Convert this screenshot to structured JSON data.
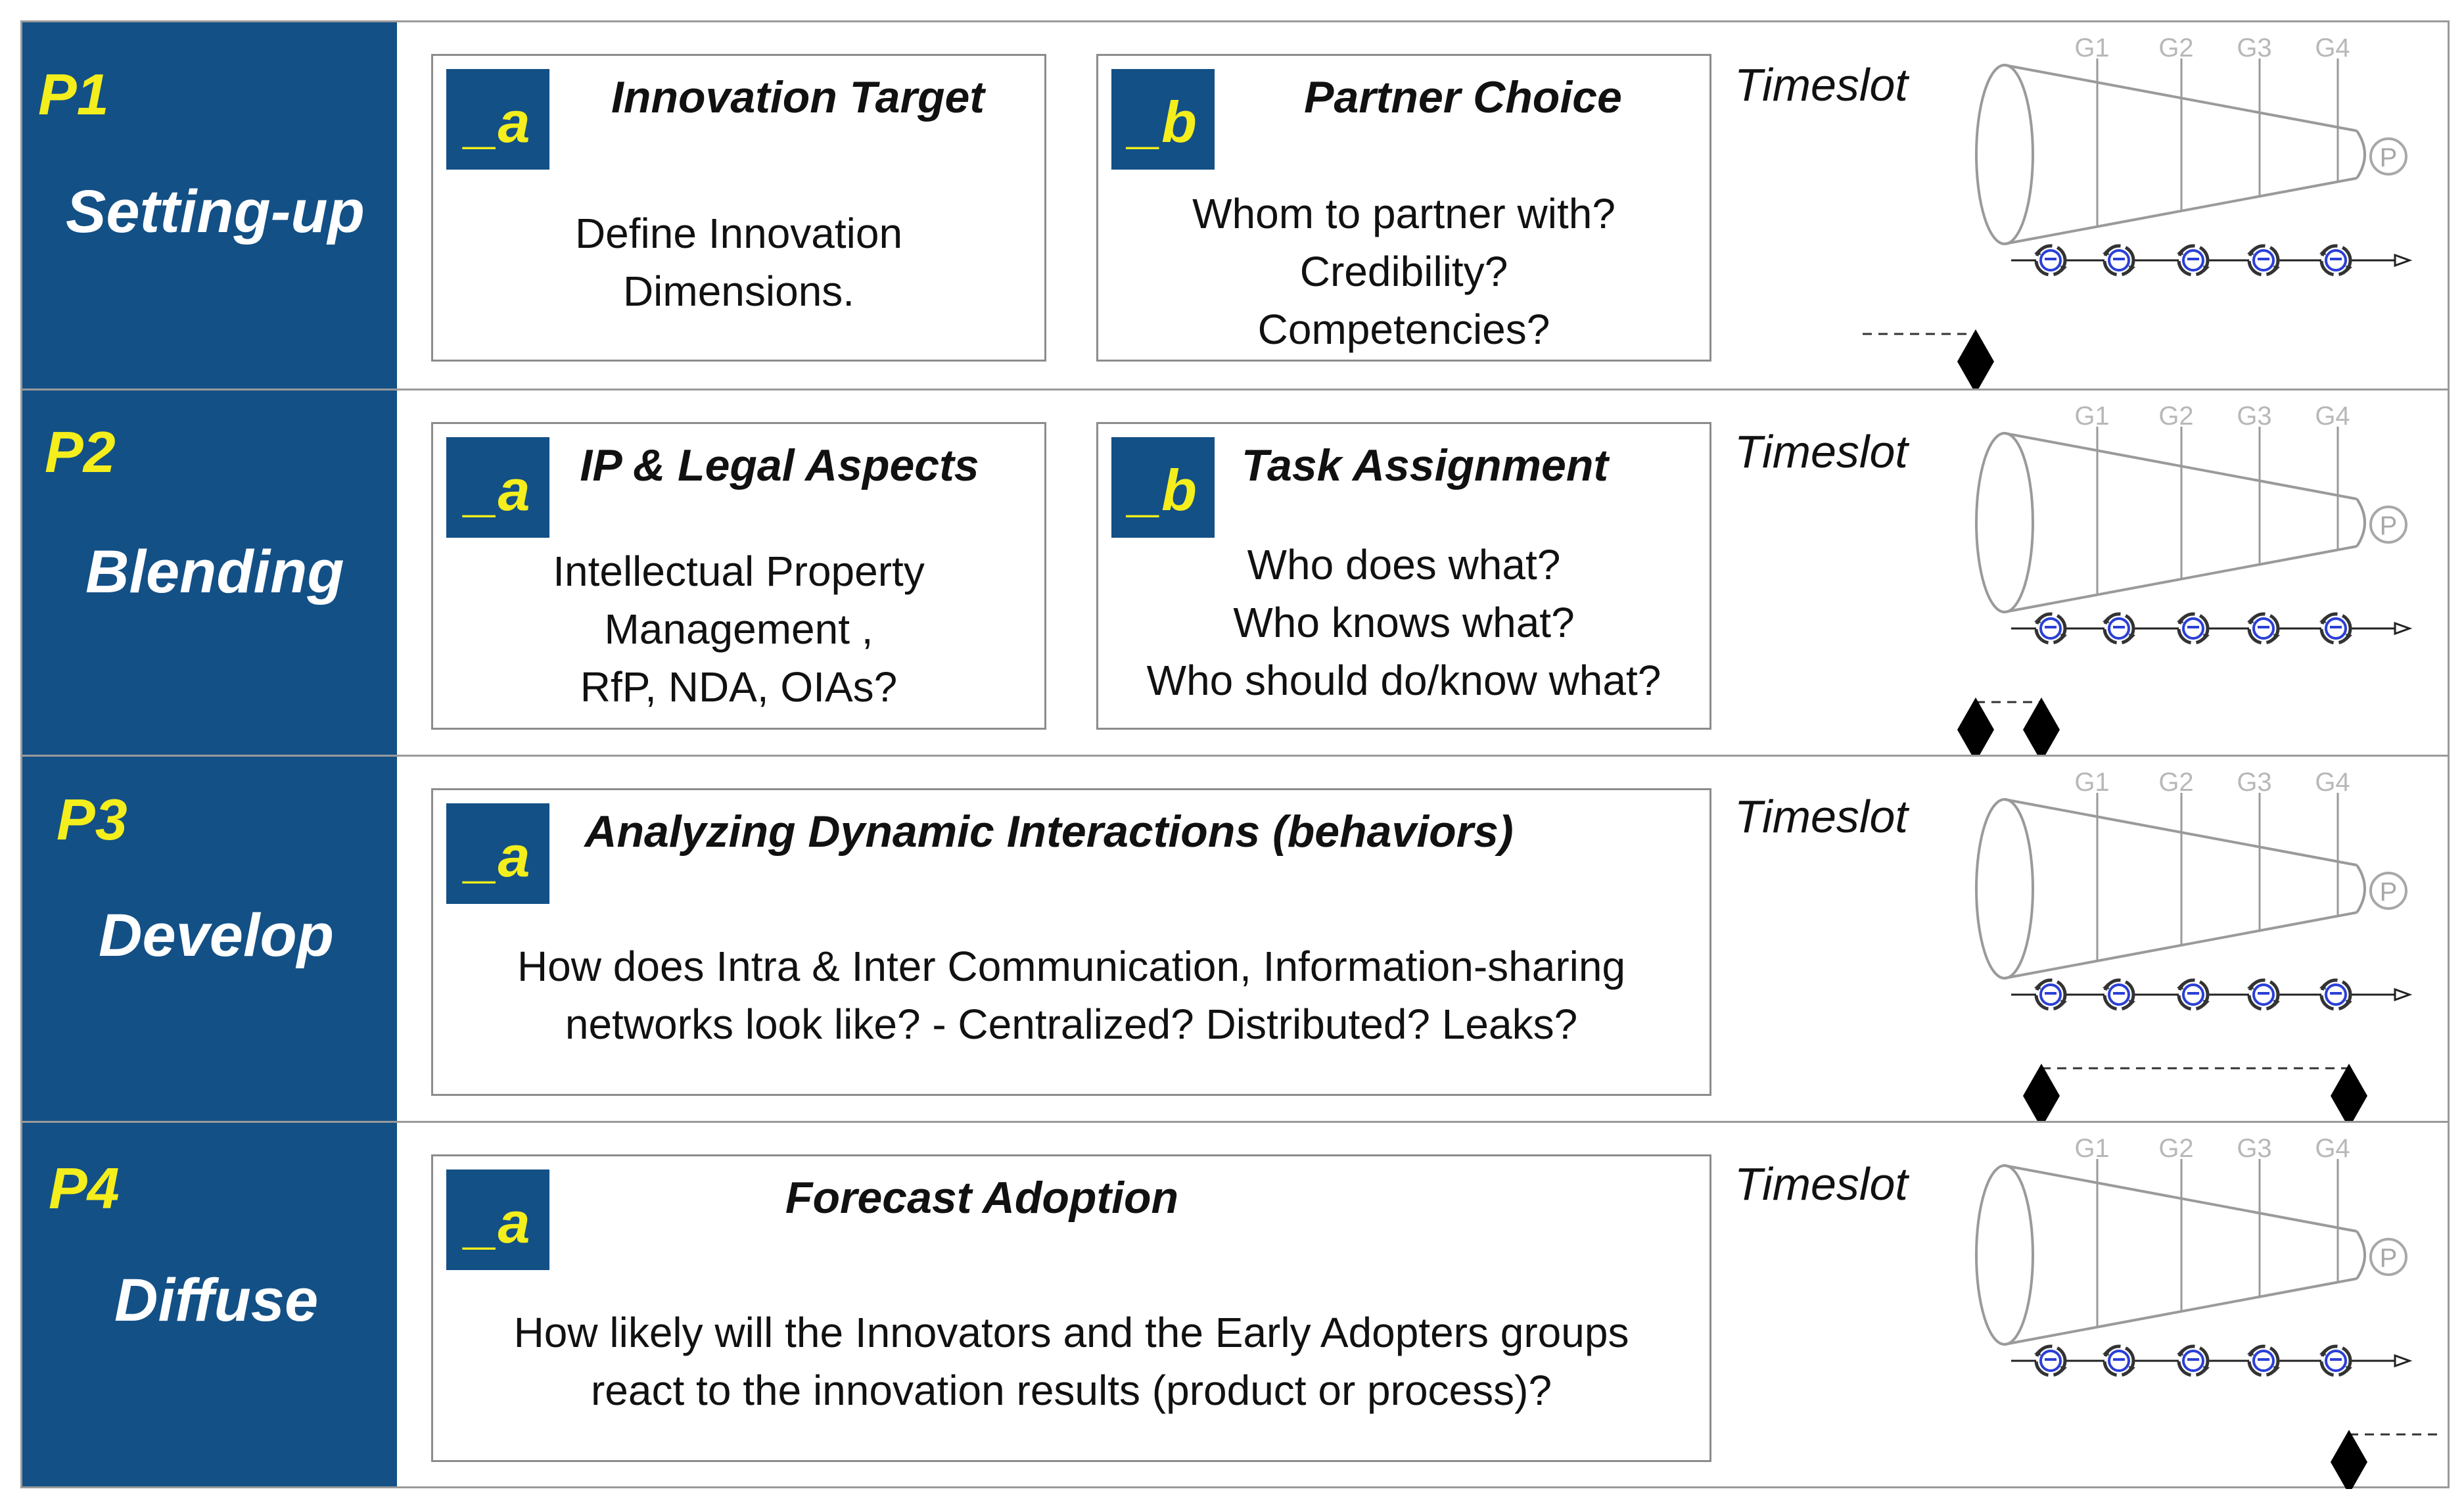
{
  "phases": [
    {
      "id": "P1",
      "name": "Setting-up",
      "timeslot_label": "Timeslot",
      "gate_labels": [
        "G1",
        "G2",
        "G3",
        "G4"
      ],
      "end_marker": "P",
      "boxes": [
        {
          "tag": "_a",
          "title": "Innovation Target",
          "lines": [
            "Define Innovation",
            "Dimensions."
          ]
        },
        {
          "tag": "_b",
          "title": "Partner Choice",
          "lines": [
            "Whom to partner with?",
            "Credibility?",
            "Competencies?"
          ]
        }
      ]
    },
    {
      "id": "P2",
      "name": "Blending",
      "timeslot_label": "Timeslot",
      "gate_labels": [
        "G1",
        "G2",
        "G3",
        "G4"
      ],
      "end_marker": "P",
      "boxes": [
        {
          "tag": "_a",
          "title": "IP & Legal Aspects",
          "lines": [
            "Intellectual Property",
            "Management ,",
            "RfP, NDA, OIAs?"
          ]
        },
        {
          "tag": "_b",
          "title": "Task Assignment",
          "lines": [
            "Who does what?",
            "Who knows what?",
            "Who should do/know what?"
          ]
        }
      ]
    },
    {
      "id": "P3",
      "name": "Develop",
      "timeslot_label": "Timeslot",
      "gate_labels": [
        "G1",
        "G2",
        "G3",
        "G4"
      ],
      "end_marker": "P",
      "boxes": [
        {
          "tag": "_a",
          "title": "Analyzing Dynamic Interactions (behaviors)",
          "lines": [
            "How does Intra & Inter Communication, Information-sharing",
            "networks look like? - Centralized? Distributed? Leaks?"
          ]
        }
      ]
    },
    {
      "id": "P4",
      "name": "Diffuse",
      "timeslot_label": "Timeslot",
      "gate_labels": [
        "G1",
        "G2",
        "G3",
        "G4"
      ],
      "end_marker": "P",
      "boxes": [
        {
          "tag": "_a",
          "title": "Forecast Adoption",
          "lines": [
            "How likely will the Innovators and the Early Adopters groups",
            "react to the innovation results (product or process)?"
          ]
        }
      ]
    }
  ],
  "colors": {
    "phase_bg": "#135086",
    "phase_id": "#f4ee1c",
    "phase_name": "#ffffff",
    "tag_bg": "#135086",
    "tag_text": "#f4ee1c",
    "funnel_line": "#9a9a9a",
    "cycle_icon": "#2a3fd6"
  },
  "icons": {
    "funnel": "funnel-diagram-icon",
    "cycle": "refresh-cycle-icon",
    "milestone": "diamond-milestone-icon",
    "end": "circled-p-icon"
  }
}
